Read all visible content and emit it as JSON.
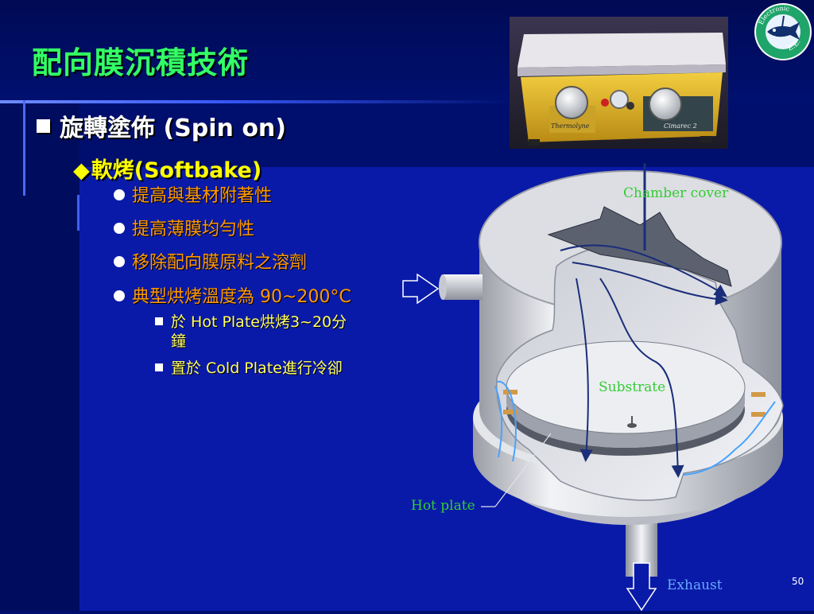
{
  "title": "配向膜沉積技術",
  "level1": {
    "text": "旋轉塗佈 (Spin on)"
  },
  "level2": {
    "bullet": "◆",
    "text": "軟烤(Softbake)"
  },
  "level3": [
    {
      "text": "提高與基材附著性"
    },
    {
      "text": "提高薄膜均勻性"
    },
    {
      "text": "移除配向膜原料之溶劑"
    },
    {
      "text": "典型烘烤溫度為 90~200°C"
    }
  ],
  "level4": [
    {
      "line1": "於 Hot Plate烘烤3~20分",
      "line2": "鐘"
    },
    {
      "line1": "置於 Cold Plate進行冷卻"
    }
  ],
  "photo": {
    "brand": "Thermolyne",
    "model": "Cimarec 2"
  },
  "logo": {
    "text_top": "Electronic",
    "text_bottom": "E.E."
  },
  "diagram": {
    "chamber_cover": "Chamber cover",
    "substrate": "Substrate",
    "hot_plate": "Hot plate",
    "exhaust": "Exhaust"
  },
  "page_number": "50",
  "colors": {
    "background": "#000f6e",
    "title": "#33ff66",
    "level2": "#ffff00",
    "level3": "#ff9900",
    "level4": "#ffff66",
    "diagram_label_green": "#33cc33",
    "diagram_label_blue": "#66aaff"
  }
}
